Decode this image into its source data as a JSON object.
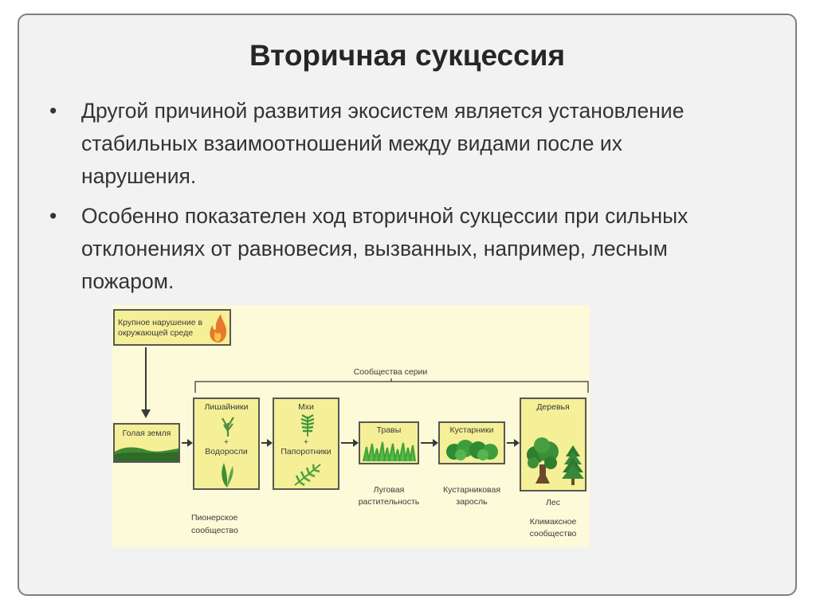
{
  "slide": {
    "title": "Вторичная сукцессия",
    "bullets": [
      "Другой причиной развития экосистем является установление стабильных взаимоотношений между видами после их нарушения.",
      "Особенно показателен ход вторичной сукцессии при сильных отклонениях от равновесия, вызванных, например, лесным пожаром."
    ],
    "bullet_symbol": "•"
  },
  "diagram": {
    "disturbance": "Крупное нарушение в окружающей среде",
    "series_label": "Сообщества серии",
    "bare_ground": "Голая земля",
    "stage1_top": "Лишайники",
    "plus": "+",
    "stage1_bottom": "Водоросли",
    "stage2_top": "Мхи",
    "stage2_bottom": "Папоротники",
    "stage3": "Травы",
    "stage4": "Кустарники",
    "stage5": "Деревья",
    "caption_pioneer_1": "Пионерское",
    "caption_pioneer_2": "сообщество",
    "caption_meadow_1": "Луговая",
    "caption_meadow_2": "растительность",
    "caption_shrub_1": "Кустарниковая",
    "caption_shrub_2": "заросль",
    "caption_forest": "Лес",
    "caption_climax_1": "Климаксное",
    "caption_climax_2": "сообщество"
  },
  "colors": {
    "slide_bg": "#f2f2f2",
    "box_fill": "#f5ef97",
    "diagram_bg": "#fcfad9",
    "plant_green": "#3f8f32",
    "fire_orange": "#e8792a"
  },
  "icons": [
    "fire-icon",
    "lichen-icon",
    "algae-icon",
    "moss-icon",
    "fern-icon",
    "grass-icon",
    "shrub-icon",
    "tree-icon",
    "conifer-icon",
    "ground-icon"
  ]
}
